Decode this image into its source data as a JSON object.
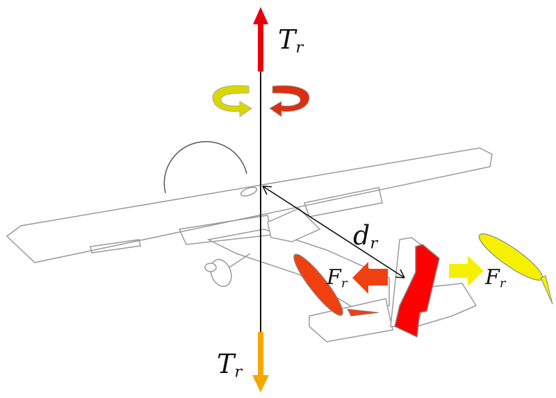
{
  "labels": {
    "thrust_top": {
      "main": "T",
      "sub": "r"
    },
    "thrust_bottom": {
      "main": "T",
      "sub": "r"
    },
    "distance": {
      "main": "d",
      "sub": "r"
    },
    "force_left": {
      "main": "F",
      "sub": "r"
    },
    "force_right": {
      "main": "F",
      "sub": "r"
    }
  },
  "colors": {
    "thrust_top": "#e8000b",
    "thrust_bottom": "#f5a800",
    "rudder": "#ff0000",
    "left_force": "#f04010",
    "right_force": "#f5f000",
    "outline": "#999999"
  }
}
